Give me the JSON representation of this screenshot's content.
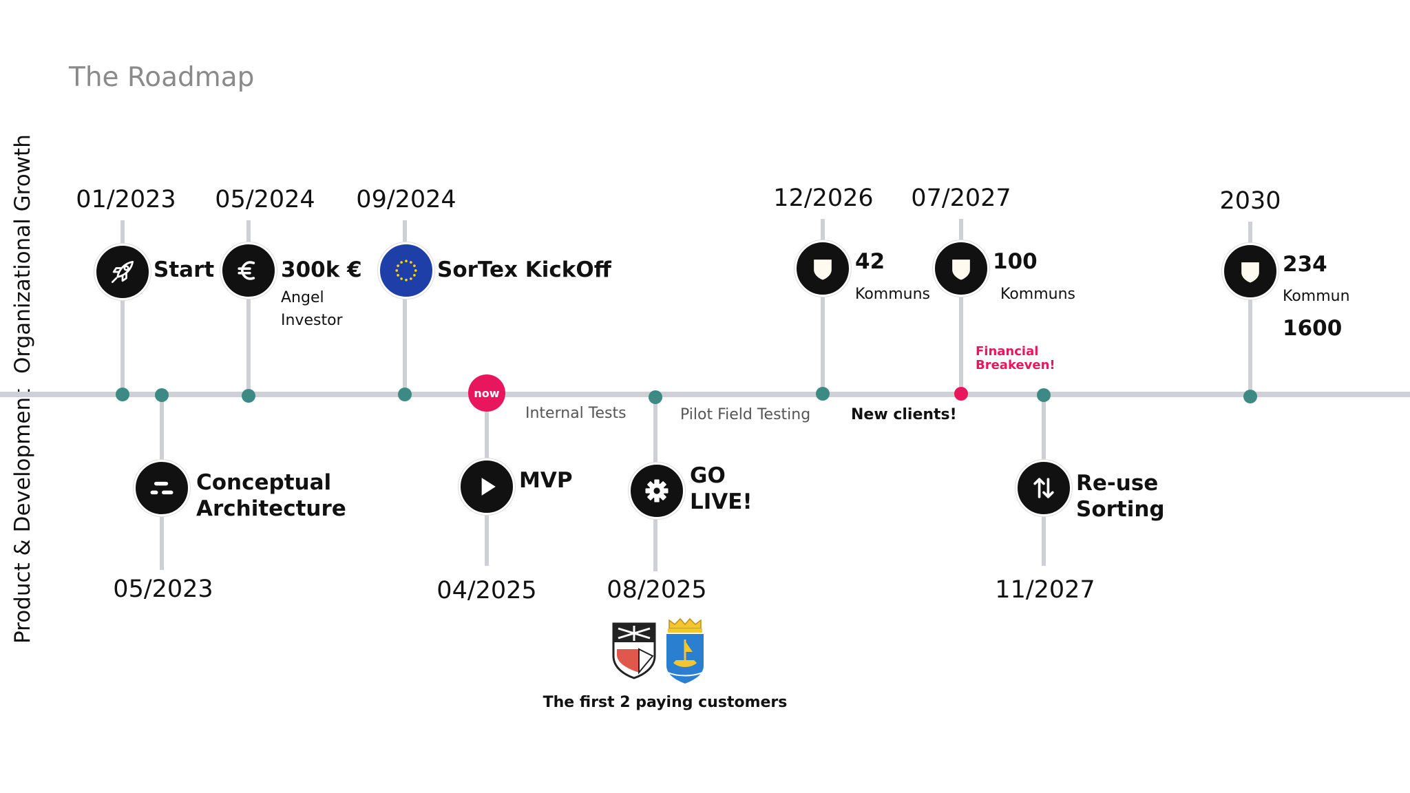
{
  "title": "The Roadmap",
  "axis_labels": {
    "top": "Organizational Growth",
    "bottom": "Product & Development"
  },
  "colors": {
    "line": "#cfcfd6",
    "dot": "#3d8a85",
    "accent": "#e8175d",
    "icon_bg": "#111111"
  },
  "milestones_top": [
    {
      "date": "01/2023",
      "icon": "rocket-icon",
      "title": "Start",
      "sub": ""
    },
    {
      "date": "05/2024",
      "icon": "euro-icon",
      "title": "300k €",
      "sub": "Angel",
      "sub2": "Investor"
    },
    {
      "date": "09/2024",
      "icon": "eu-flag-icon",
      "title": "SorTex KickOff",
      "sub": ""
    },
    {
      "date": "12/2026",
      "icon": "shield-icon",
      "title": "42",
      "sub": "Kommuns"
    },
    {
      "date": "07/2027",
      "icon": "shield-icon",
      "title": "100",
      "sub": "Kommuns"
    },
    {
      "date": "2030",
      "icon": "shield-icon",
      "title": "234",
      "sub": "Kommun",
      "extra": "1600"
    }
  ],
  "milestones_bottom": [
    {
      "date": "05/2023",
      "icon": "architecture-icon",
      "title_line1": "Conceptual",
      "title_line2": "Architecture"
    },
    {
      "date": "04/2025",
      "icon": "play-icon",
      "title_line1": "MVP",
      "title_line2": ""
    },
    {
      "date": "08/2025",
      "icon": "gear-icon",
      "title_line1": "GO",
      "title_line2": "LIVE!"
    },
    {
      "date": "11/2027",
      "icon": "swap-arrows-icon",
      "title_line1": "Re-use",
      "title_line2": "Sorting"
    }
  ],
  "phases": {
    "internal_tests": "Internal Tests",
    "pilot_field_testing": "Pilot Field Testing",
    "new_clients": "New clients!"
  },
  "now_label": "now",
  "breakeven": {
    "line1": "Financial",
    "line2": "Breakeven!"
  },
  "customers_caption": "The first 2 paying customers"
}
